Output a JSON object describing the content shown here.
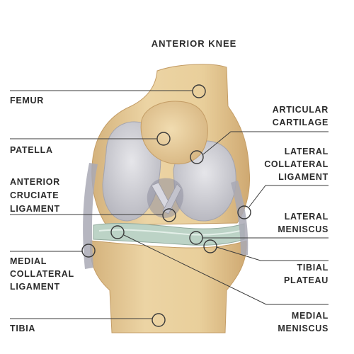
{
  "title": "ANTERIOR KNEE",
  "labels": {
    "femur": [
      "FEMUR"
    ],
    "patella": [
      "PATELLA"
    ],
    "acl": [
      "ANTERIOR",
      "CRUCIATE",
      "LIGAMENT"
    ],
    "mcl": [
      "MEDIAL",
      "COLLATERAL",
      "LIGAMENT"
    ],
    "tibia": [
      "TIBIA"
    ],
    "articular_cartilage": [
      "ARTICULAR",
      "CARTILAGE"
    ],
    "lcl": [
      "LATERAL",
      "COLLATERAL",
      "LIGAMENT"
    ],
    "lateral_meniscus": [
      "LATERAL",
      "MENISCUS"
    ],
    "tibial_plateau": [
      "TIBIAL",
      "PLATEAU"
    ],
    "medial_meniscus": [
      "MEDIAL",
      "MENISCUS"
    ]
  },
  "colors": {
    "bone": "#e8cf9e",
    "bone_shadow": "#d2b07a",
    "cartilage": "#c9c9ce",
    "meniscus": "#bcd3c6",
    "ligament": "#a9a9b5",
    "line": "#3a3a3a",
    "text": "#2b2b2b"
  }
}
